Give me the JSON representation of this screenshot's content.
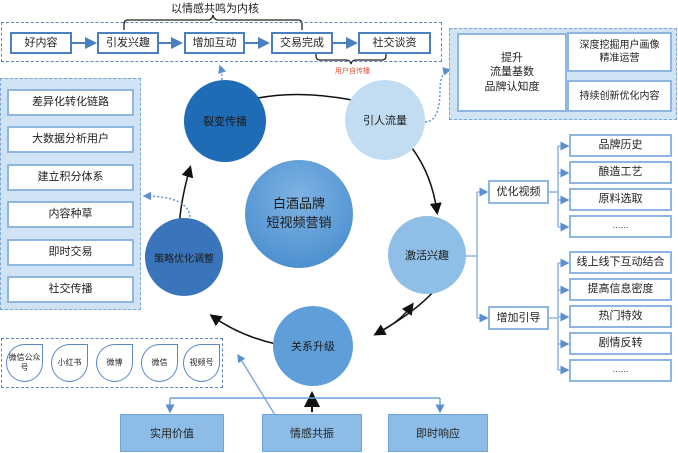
{
  "top_flow": {
    "brace_label": "以情感共鸣为内核",
    "steps": [
      "好内容",
      "引发兴趣",
      "增加互动",
      "交易完成",
      "社交谈资"
    ],
    "sub_brace_label": "用户自传播",
    "sub_brace_color": "#e0533a"
  },
  "top_right_panel": {
    "main": "提升\n流量基数\n品牌认知度",
    "items": [
      "深度挖掘用户画像\n精准运营",
      "持续创新优化内容"
    ]
  },
  "left_panel": {
    "items": [
      "差异化转化链路",
      "大数据分析用户",
      "建立积分体系",
      "内容种草",
      "即时交易",
      "社交传播"
    ]
  },
  "cycle": {
    "center": "白酒品牌\n短视频营销",
    "nodes": [
      {
        "label": "裂变传播",
        "color": "#1f6bb5"
      },
      {
        "label": "引人流量",
        "color": "#c2dcf2"
      },
      {
        "label": "激活兴趣",
        "color": "#8fbfe6"
      },
      {
        "label": "关系升级",
        "color": "#5f9fd9"
      },
      {
        "label": "策略优化调整",
        "color": "#3a74bb"
      }
    ]
  },
  "right_tree": {
    "branches": [
      {
        "label": "优化视频",
        "children": [
          "品牌历史",
          "酿造工艺",
          "原料选取",
          "……"
        ]
      },
      {
        "label": "增加引导",
        "children": [
          "线上线下互动结合",
          "提高信息密度",
          "热门特效",
          "剧情反转",
          "……"
        ]
      }
    ]
  },
  "platforms": [
    "微信公众号",
    "小红书",
    "微博",
    "微信",
    "视频号"
  ],
  "bottom": [
    "实用价值",
    "情感共振",
    "即时响应"
  ]
}
